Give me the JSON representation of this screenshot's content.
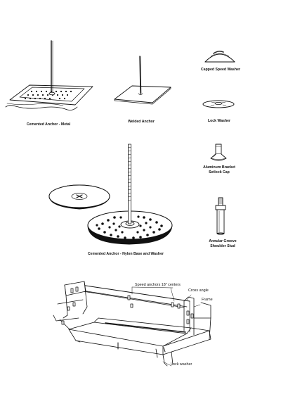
{
  "labels": {
    "cemented_anchor_metal": "Cemented Anchor  -  Metal",
    "welded_anchor": "Welded Anchor",
    "capped_speed_washer": "Capped Speed Washer",
    "lock_washer": "Lock Washer",
    "aluminum_bracket_setlock_cap": [
      "Aluminum Bracket",
      "Setlock Cap"
    ],
    "annular_groove_shoulder_stud": [
      "Annular Groove",
      "Shoulder Stud"
    ],
    "cemented_anchor_nylon": "Cemented Anchor  -  Nylon Base and Washer",
    "speed_anchors": "Speed anchors 18\" centers",
    "cross_angle": "Cross angle",
    "frame": "Frame",
    "lock_washer_callout": "Lock washer"
  },
  "colors": {
    "ink": "#111111",
    "paper": "#ffffff",
    "shade": "#2a2a2a"
  }
}
